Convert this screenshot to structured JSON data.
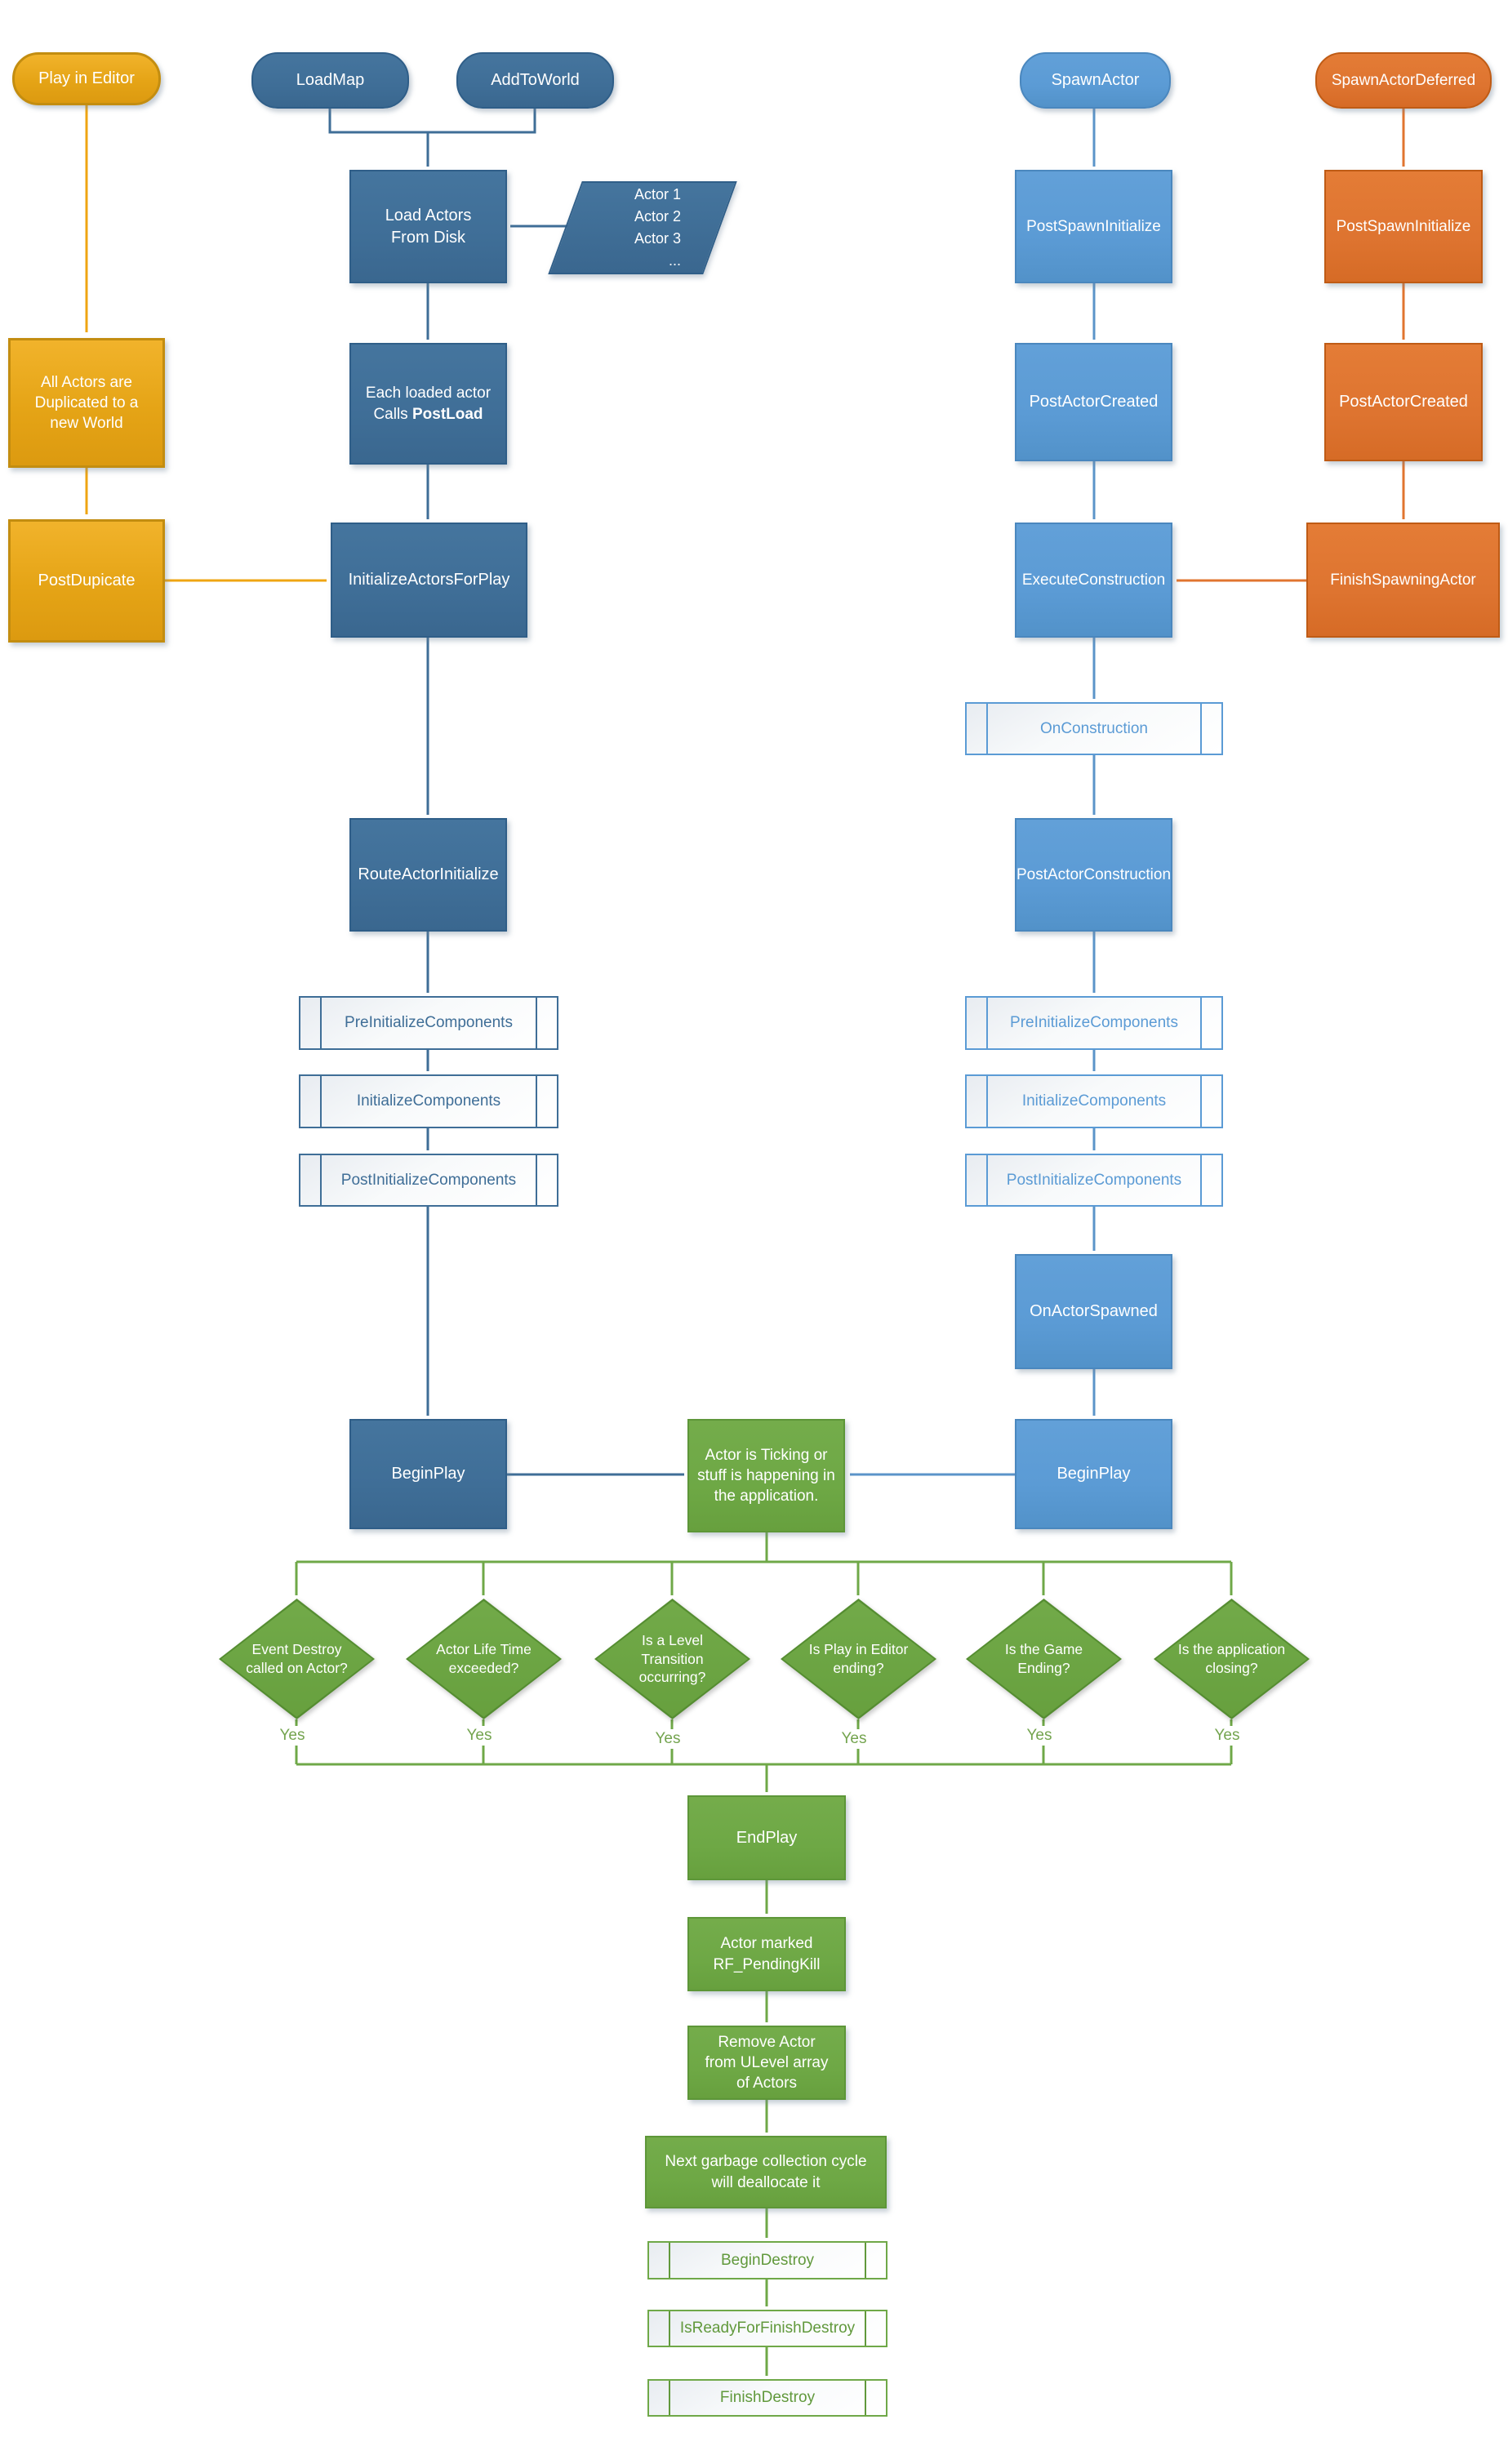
{
  "colors": {
    "gold": "#E9A81F",
    "blue_dark": "#3F6E97",
    "blue_light": "#5B9BD5",
    "orange": "#DE7430",
    "green": "#6FA847"
  },
  "nodes": {
    "play_in_editor": "Play in Editor",
    "load_map": "LoadMap",
    "add_to_world": "AddToWorld",
    "spawn_actor": "SpawnActor",
    "spawn_actor_deferred": "SpawnActorDeferred",
    "load_actors_from_disk": "Load Actors From Disk",
    "actor_list": [
      "Actor 1",
      "Actor 2",
      "Actor 3",
      "..."
    ],
    "all_actors_duplicated": "All Actors are Duplicated to a new World",
    "each_loaded_actor": {
      "line1": "Each loaded actor",
      "line2_prefix": "Calls ",
      "line2_bold": "PostLoad"
    },
    "post_dupicate": "PostDupicate",
    "initialize_actors_for_play": "InitializeActorsForPlay",
    "route_actor_initialize": "RouteActorInitialize",
    "pre_initialize_components": "PreInitializeComponents",
    "initialize_components": "InitializeComponents",
    "post_initialize_components": "PostInitializeComponents",
    "begin_play": "BeginPlay",
    "post_spawn_initialize": "PostSpawnInitialize",
    "post_actor_created": "PostActorCreated",
    "execute_construction": "ExecuteConstruction",
    "on_construction": "OnConstruction",
    "post_actor_construction": "PostActorConstruction",
    "on_actor_spawned": "OnActorSpawned",
    "finish_spawning_actor": "FinishSpawningActor",
    "actor_ticking": "Actor is Ticking or stuff is happening in the application.",
    "end_play": "EndPlay",
    "actor_marked_pending_kill": "Actor marked RF_PendingKill",
    "remove_actor_from_ulevel": "Remove Actor from ULevel array of Actors",
    "next_gc": "Next garbage collection cycle will deallocate it",
    "begin_destroy": "BeginDestroy",
    "is_ready_for_finish_destroy": "IsReadyForFinishDestroy",
    "finish_destroy": "FinishDestroy"
  },
  "decisions": [
    {
      "label": "Event Destroy called on Actor?",
      "yes": "Yes"
    },
    {
      "label": "Actor Life Time exceeded?",
      "yes": "Yes"
    },
    {
      "label": "Is a Level Transition occurring?",
      "yes": "Yes"
    },
    {
      "label": "Is Play in Editor ending?",
      "yes": "Yes"
    },
    {
      "label": "Is the Game Ending?",
      "yes": "Yes"
    },
    {
      "label": "Is the application closing?",
      "yes": "Yes"
    }
  ]
}
